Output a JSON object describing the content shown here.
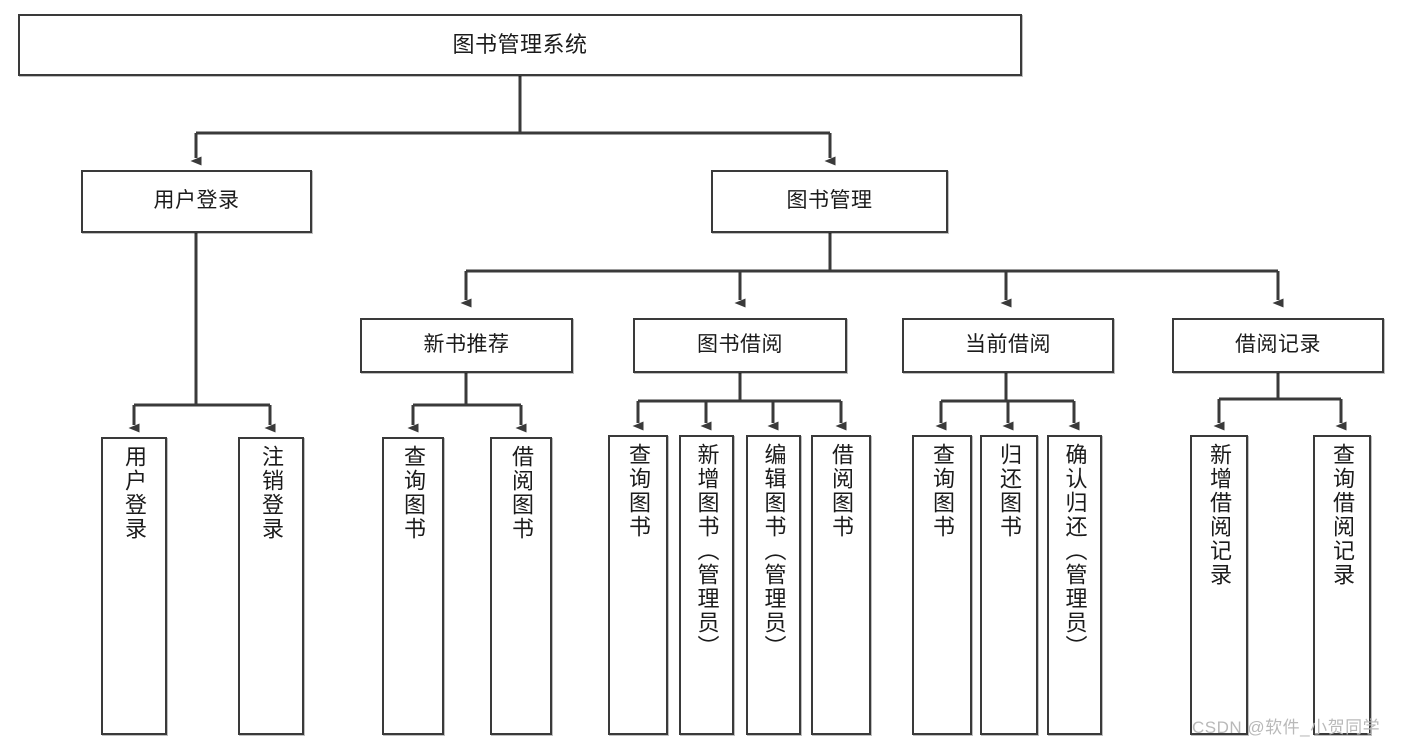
{
  "diagram": {
    "title": "图书管理系统",
    "type": "tree-hierarchy",
    "root": {
      "id": "root",
      "label": "图书管理系统"
    },
    "level1": [
      {
        "id": "user-login",
        "label": "用户登录"
      },
      {
        "id": "book-manage",
        "label": "图书管理"
      }
    ],
    "level2": [
      {
        "id": "new-book-recommend",
        "label": "新书推荐",
        "parent": "book-manage"
      },
      {
        "id": "book-borrow",
        "label": "图书借阅",
        "parent": "book-manage"
      },
      {
        "id": "current-borrow",
        "label": "当前借阅",
        "parent": "book-manage"
      },
      {
        "id": "borrow-record",
        "label": "借阅记录",
        "parent": "book-manage"
      }
    ],
    "leaves": [
      {
        "id": "leaf-user-login",
        "label": "用户登录",
        "parent": "user-login"
      },
      {
        "id": "leaf-logout",
        "label": "注销登录",
        "parent": "user-login"
      },
      {
        "id": "leaf-query-book-1",
        "label": "查询图书",
        "parent": "new-book-recommend"
      },
      {
        "id": "leaf-borrow-book-1",
        "label": "借阅图书",
        "parent": "new-book-recommend"
      },
      {
        "id": "leaf-query-book-2",
        "label": "查询图书",
        "parent": "book-borrow"
      },
      {
        "id": "leaf-add-book",
        "label": "新增图书（管理员）",
        "parent": "book-borrow"
      },
      {
        "id": "leaf-edit-book",
        "label": "编辑图书（管理员）",
        "parent": "book-borrow"
      },
      {
        "id": "leaf-borrow-book-2",
        "label": "借阅图书",
        "parent": "book-borrow"
      },
      {
        "id": "leaf-query-book-3",
        "label": "查询图书",
        "parent": "current-borrow"
      },
      {
        "id": "leaf-return-book",
        "label": "归还图书",
        "parent": "current-borrow"
      },
      {
        "id": "leaf-confirm-return",
        "label": "确认归还（管理员）",
        "parent": "current-borrow"
      },
      {
        "id": "leaf-add-record",
        "label": "新增借阅记录",
        "parent": "borrow-record"
      },
      {
        "id": "leaf-query-record",
        "label": "查询借阅记录",
        "parent": "borrow-record"
      }
    ]
  },
  "watermark": {
    "text": "CSDN @软件_小贺同学"
  },
  "colors": {
    "stroke": "#3a3a3a",
    "fill": "#ffffff",
    "text": "#1b1b1b",
    "watermark": "#b9b9b9"
  }
}
